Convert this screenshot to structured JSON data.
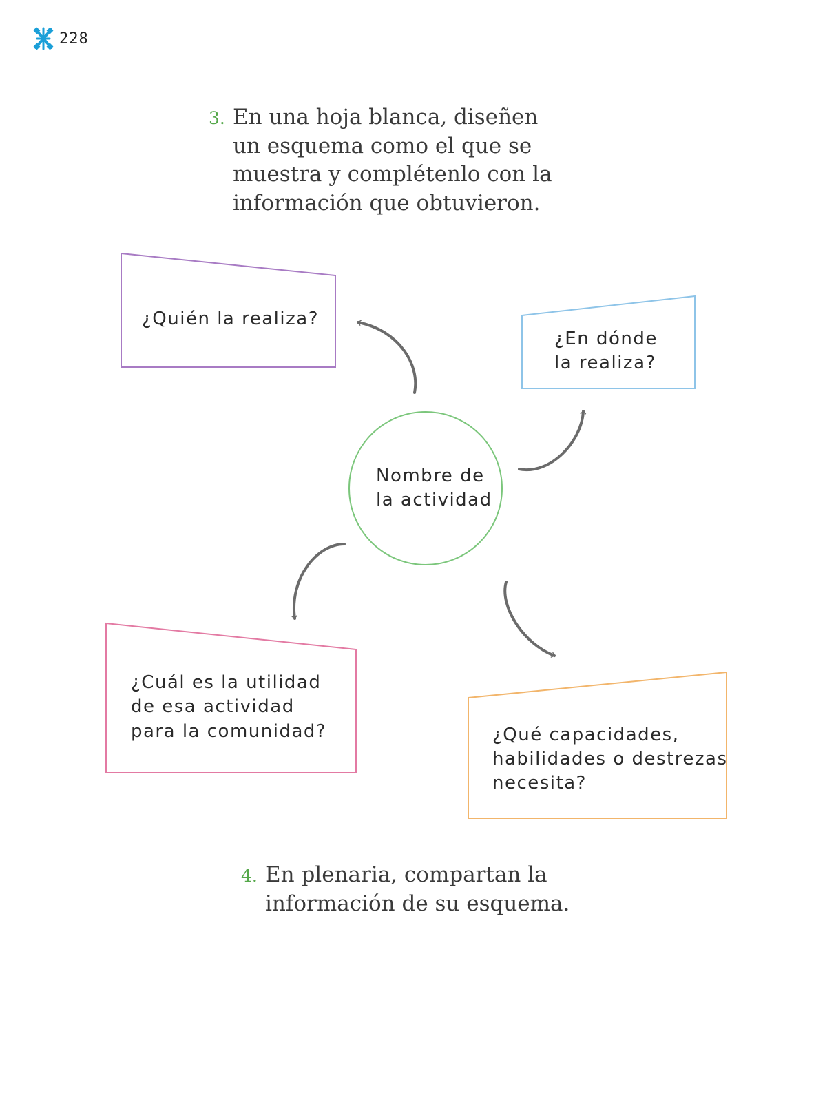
{
  "page": {
    "number": "228",
    "logo_icon": "book-logo-icon"
  },
  "steps": [
    {
      "number": "3.",
      "lines": [
        "En una hoja blanca, diseñen",
        "un esquema como el que se",
        "muestra y complétenlo con la",
        "información que obtuvieron."
      ]
    },
    {
      "number": "4.",
      "lines": [
        "En plenaria, compartan la",
        "información de su esquema."
      ]
    }
  ],
  "diagram": {
    "center": {
      "lines": [
        "Nombre de",
        "la actividad"
      ],
      "color": "#7bc67b"
    },
    "boxes": [
      {
        "id": "who",
        "lines": [
          "¿Quién la realiza?"
        ],
        "color": "#a87bc4"
      },
      {
        "id": "where",
        "lines": [
          "¿En dónde",
          "la realiza?"
        ],
        "color": "#8ec4e8"
      },
      {
        "id": "utility",
        "lines": [
          "¿Cuál es la utilidad",
          "de esa actividad",
          "para la comunidad?"
        ],
        "color": "#e37aa3"
      },
      {
        "id": "skills",
        "lines": [
          "¿Qué capacidades,",
          "habilidades o destrezas",
          "necesita?"
        ],
        "color": "#f2b56b"
      }
    ],
    "arrow_color": "#6b6b6b"
  }
}
